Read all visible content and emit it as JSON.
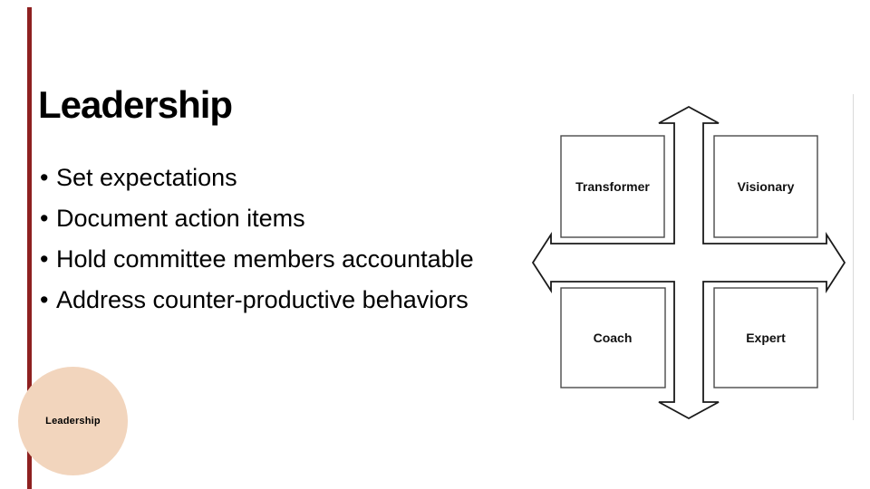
{
  "slide": {
    "title": "Leadership",
    "bullet_char": "•",
    "bullets": [
      "Set expectations",
      "Document action items",
      "Hold committee members accountable",
      "Address counter-productive behaviors"
    ]
  },
  "theme": {
    "background": "#ffffff",
    "accent_bar_color": "#8e2020",
    "circle_color": "#f2d5bd",
    "diagram_line_color": "#1a1a1a"
  },
  "corner_badge": {
    "label": "Leadership"
  },
  "diagram": {
    "type": "four-quadrant-cross-arrow",
    "quadrants": [
      {
        "label": "Transformer",
        "position": "top-left"
      },
      {
        "label": "Visionary",
        "position": "top-right"
      },
      {
        "label": "Coach",
        "position": "bottom-left"
      },
      {
        "label": "Expert",
        "position": "bottom-right"
      }
    ]
  }
}
